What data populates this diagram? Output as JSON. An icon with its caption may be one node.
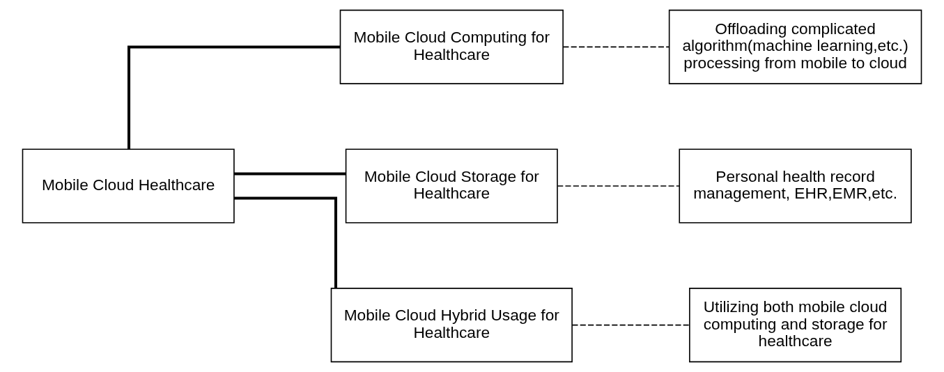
{
  "diagram": {
    "nodes": [
      {
        "text": [
          "Mobile Cloud Healthcare"
        ]
      },
      {
        "text": [
          "Mobile Cloud Computing for Healthcare"
        ]
      },
      {
        "text": [
          "Mobile Cloud Storage for Healthcare"
        ]
      },
      {
        "text": [
          "Mobile Cloud Hybrid Usage for Healthcare"
        ]
      },
      {
        "text": [
          "Offloading complicated algorithm(machine learning,etc.) processing from mobile to cloud"
        ]
      },
      {
        "text": [
          "Personal health record management, EHR,EMR,etc."
        ]
      },
      {
        "text": [
          "Utilizing both mobile cloud computing and storage for healthcare"
        ]
      }
    ],
    "edges": [
      {
        "from": 0,
        "to": 1,
        "arrow": "none",
        "style": "thick"
      },
      {
        "from": 0,
        "to": 2,
        "arrow": "none",
        "style": "thick"
      },
      {
        "from": 0,
        "to": 3,
        "arrow": "none",
        "style": "thick"
      },
      {
        "from": 1,
        "to": 4,
        "arrow": "none",
        "style": "dashed"
      },
      {
        "from": 2,
        "to": 5,
        "arrow": "none",
        "style": "dashed"
      },
      {
        "from": 3,
        "to": 6,
        "arrow": "none",
        "style": "dashed"
      }
    ]
  }
}
